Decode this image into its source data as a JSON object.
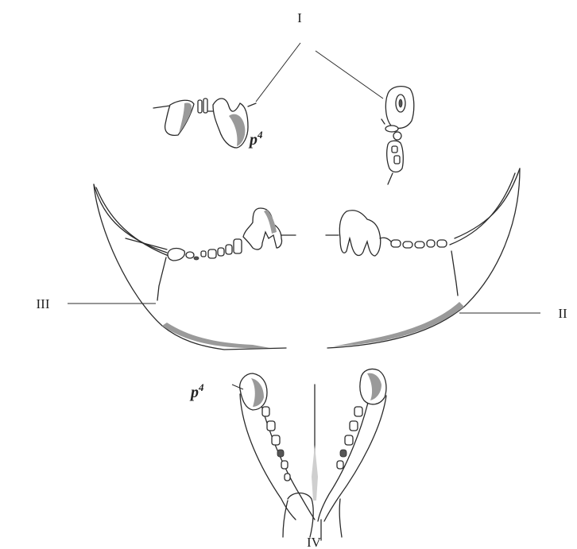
{
  "labels": {
    "view_1": "I",
    "view_2": "II",
    "view_3": "III",
    "view_4": "IV",
    "tooth_upper": "p",
    "tooth_upper_sup": "4",
    "tooth_lower": "p",
    "tooth_lower_sup": "4"
  }
}
